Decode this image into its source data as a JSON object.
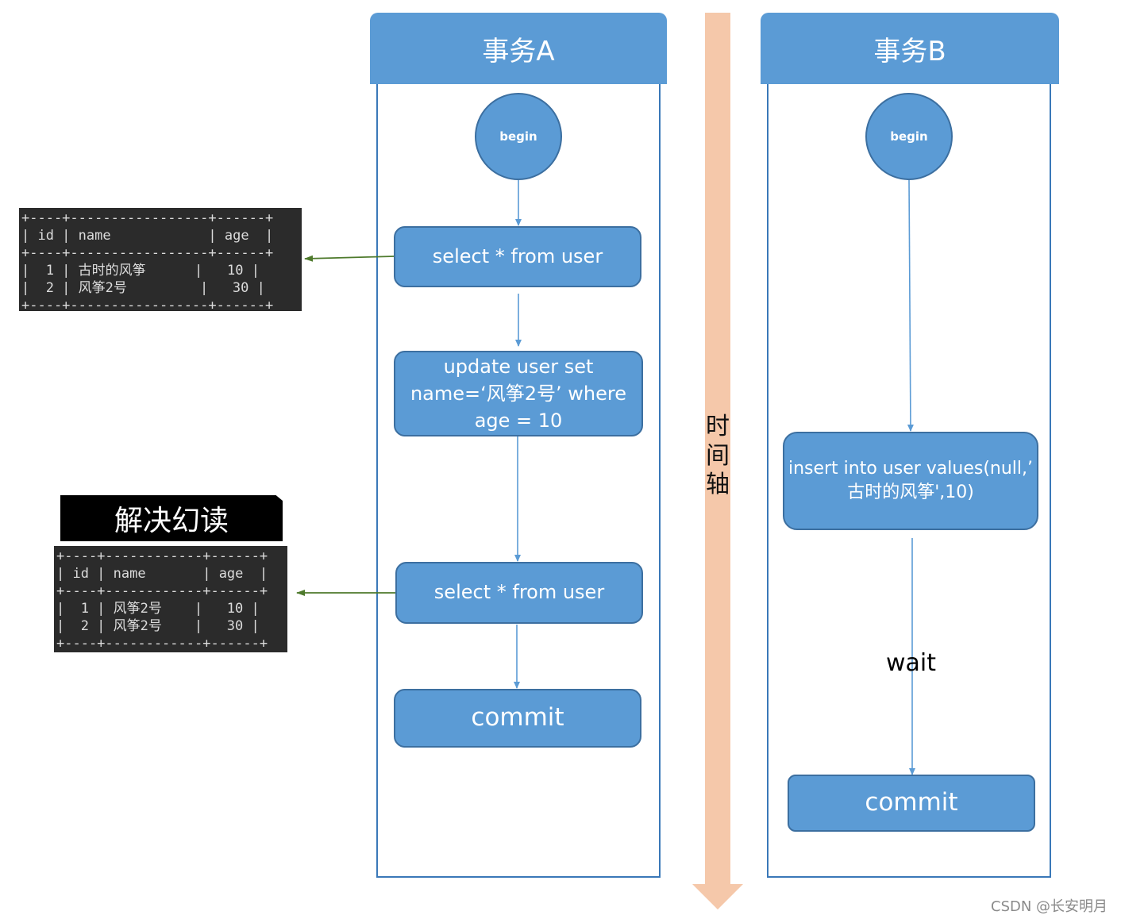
{
  "transaction_a": {
    "title": "事务A",
    "begin": "begin",
    "steps": [
      "select * from user",
      "update user set name=‘风筝2号’ where age = 10",
      "select * from user",
      "commit"
    ],
    "step_lines": {
      "update_line1": "update user set",
      "update_line2": "name=‘风筝2号’ where",
      "update_line3": "age = 10"
    }
  },
  "transaction_b": {
    "title": "事务B",
    "begin": "begin",
    "insert_line1": "insert into user values(null,’",
    "insert_line2": "古时的风筝',10)",
    "wait": "wait",
    "commit": "commit"
  },
  "timeline": {
    "label_chars": [
      "时",
      "间",
      "轴"
    ]
  },
  "result_table_1": {
    "text": "+----+-----------------+------+\n| id | name            | age  |\n+----+-----------------+------+\n|  1 | 古时的风筝      |   10 |\n|  2 | 风筝2号         |   30 |\n+----+-----------------+------+"
  },
  "result_badge": "解决幻读",
  "result_table_2": {
    "text": "+----+------------+------+\n| id | name       | age  |\n+----+------------+------+\n|  1 | 风筝2号    |   10 |\n|  2 | 风筝2号    |   30 |\n+----+------------+------+"
  },
  "watermark": "CSDN @长安明月",
  "colors": {
    "box_fill": "#5b9bd5",
    "box_border": "#3c6fa0",
    "lane_border": "#3a78b8",
    "timeline": "#f5c8aa",
    "result_arrow": "#4e7a2c",
    "terminal_bg": "#2b2b2b"
  }
}
